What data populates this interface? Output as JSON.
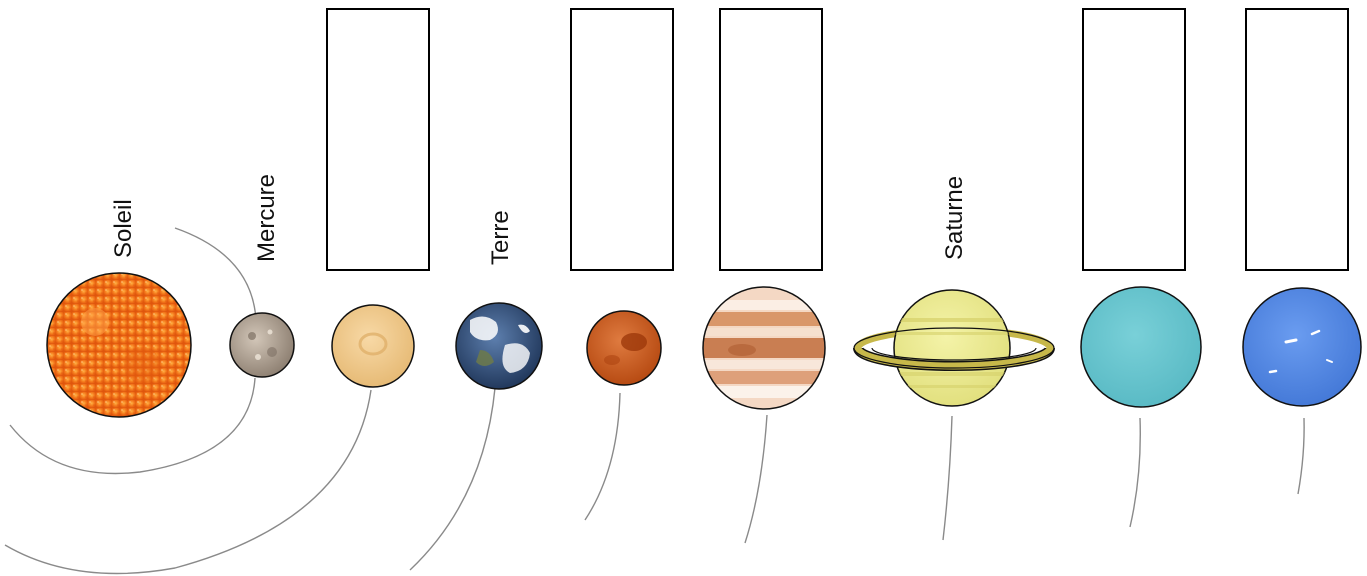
{
  "labels": {
    "sun": "Soleil",
    "mercury": "Mercure",
    "earth": "Terre",
    "saturn": "Saturne"
  },
  "colors": {
    "sun": "#f47a1c",
    "mercury": "#a89a8c",
    "venus": "#f3cc8f",
    "earth": "#2e4f7a",
    "mars": "#c8561c",
    "jupiter": "#e9b592",
    "saturn": "#eaea8a",
    "saturn_ring": "#c7b84a",
    "uranus": "#63c3cc",
    "neptune": "#4d84e0",
    "orbit_line": "#8a8a8a",
    "box_border": "#000000"
  },
  "diagram": {
    "bodies": [
      "sun",
      "mercury",
      "venus",
      "earth",
      "mars",
      "jupiter",
      "saturn",
      "uranus",
      "neptune"
    ],
    "blank_answer_boxes": [
      "venus",
      "mars",
      "jupiter",
      "uranus",
      "neptune"
    ]
  }
}
